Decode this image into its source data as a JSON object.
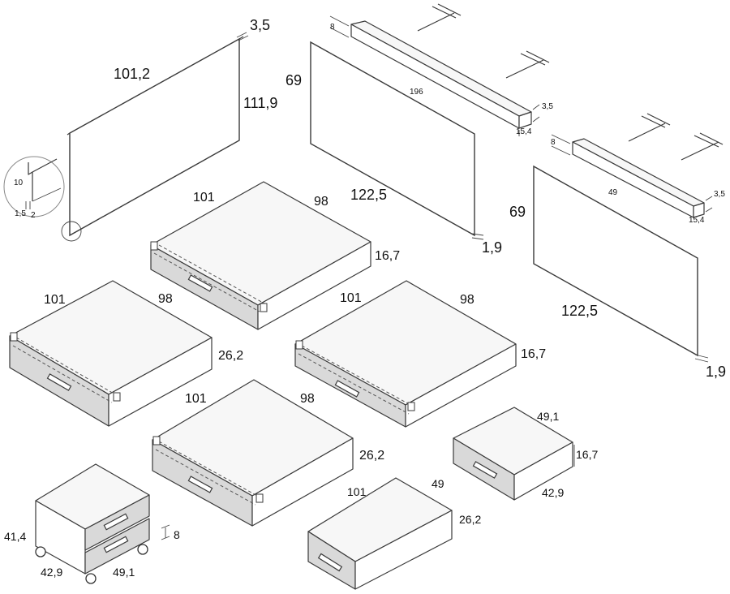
{
  "headboard": {
    "width": "101,2",
    "height": "111,9",
    "thickness": "3,5"
  },
  "detail": {
    "d10": "10",
    "d15": "1,5",
    "d2": "2"
  },
  "panel_large": {
    "height": "69",
    "width": "122,5",
    "thickness": "1,9"
  },
  "panel_right": {
    "height": "69",
    "width": "122,5",
    "thickness": "1,9"
  },
  "shelf_196": {
    "length": "196",
    "height": "8",
    "thickness": "3,5",
    "depth": "15,4"
  },
  "shelf_49": {
    "length": "49",
    "height": "8",
    "thickness": "3,5",
    "depth": "15,4"
  },
  "drawer_a": {
    "width": "101",
    "depth": "98",
    "height": "16,7"
  },
  "drawer_b": {
    "width": "101",
    "depth": "98",
    "height": "26,2"
  },
  "drawer_c": {
    "width": "101",
    "depth": "98",
    "height": "16,7"
  },
  "drawer_d": {
    "width": "101",
    "depth": "98",
    "height": "26,2"
  },
  "drawer_e": {
    "width": "49,1",
    "height": "16,7",
    "depth": "42,9"
  },
  "drawer_f": {
    "width": "101",
    "depth": "49",
    "height": "26,2"
  },
  "nightstand": {
    "height": "41,4",
    "width": "42,9",
    "depth": "49,1",
    "drawer_gap": "8"
  }
}
